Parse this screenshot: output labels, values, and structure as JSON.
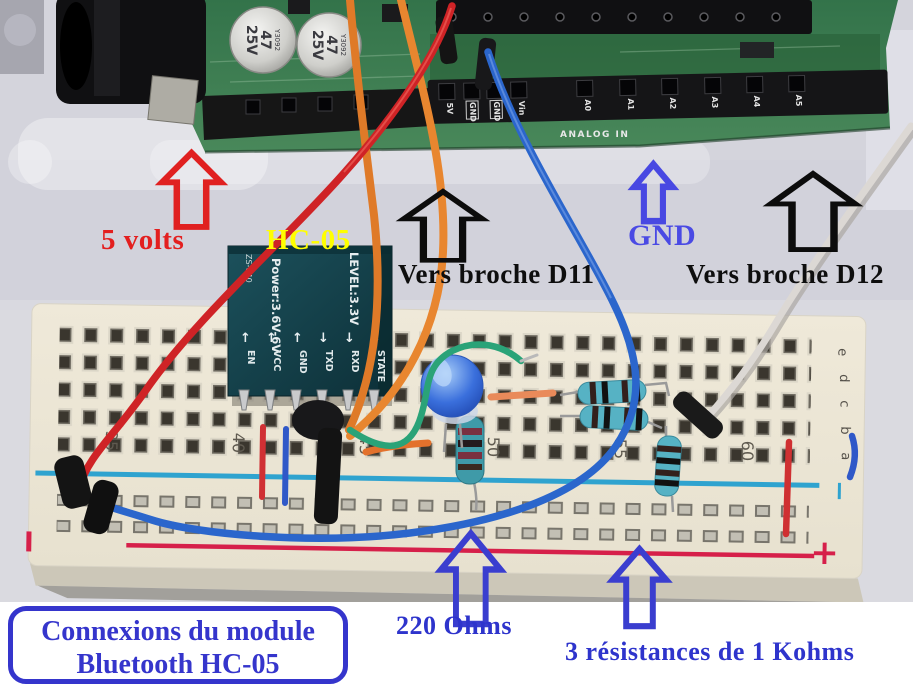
{
  "caption": {
    "line1": "Connexions du module",
    "line2": "Bluetooth HC-05",
    "color": "#3535cc"
  },
  "annotations": {
    "five_volts": {
      "label": "5 volts",
      "color": "#e31f1f"
    },
    "hc05": {
      "label": "HC-05",
      "color": "#ffff00"
    },
    "d11": {
      "label": "Vers broche D11",
      "color": "#0e0e0e"
    },
    "gnd": {
      "label": "GND",
      "color": "#4a4ae4"
    },
    "d12": {
      "label": "Vers broche D12",
      "color": "#0e0e0e"
    },
    "r220": {
      "label": "220 Ohms",
      "color": "#2e34cc"
    },
    "r1k": {
      "label": "3 résistances de 1 Kohms",
      "color": "#2e34cc"
    }
  },
  "breadboard": {
    "column_labels": [
      "35",
      "40",
      "45",
      "50",
      "55",
      "60"
    ],
    "row_labels": [
      "e",
      "d",
      "c",
      "b",
      "a"
    ],
    "plus": "+",
    "minus": "−",
    "rail_blue": "#2fa3cf",
    "rail_red": "#d6204a"
  },
  "hc05_module": {
    "model": "ZS-040",
    "power_text": "Power:3.6V-6V",
    "level_text": "LEVEL:3.3V",
    "pins": [
      "EN",
      "VCC",
      "GND",
      "TXD",
      "RXD",
      "STATE"
    ],
    "pin_arrows": [
      "↑",
      "↑",
      "↑",
      "↓",
      "↓",
      "↓"
    ]
  },
  "arduino": {
    "analog_header_label": "ANALOG IN",
    "header_pins": [
      "5V",
      "GND",
      "GND",
      "Vin",
      "A0",
      "A1",
      "A2",
      "A3",
      "A4",
      "A5"
    ],
    "capacitors": {
      "brand": "Y3092",
      "value": "47",
      "voltage": "25V"
    }
  }
}
